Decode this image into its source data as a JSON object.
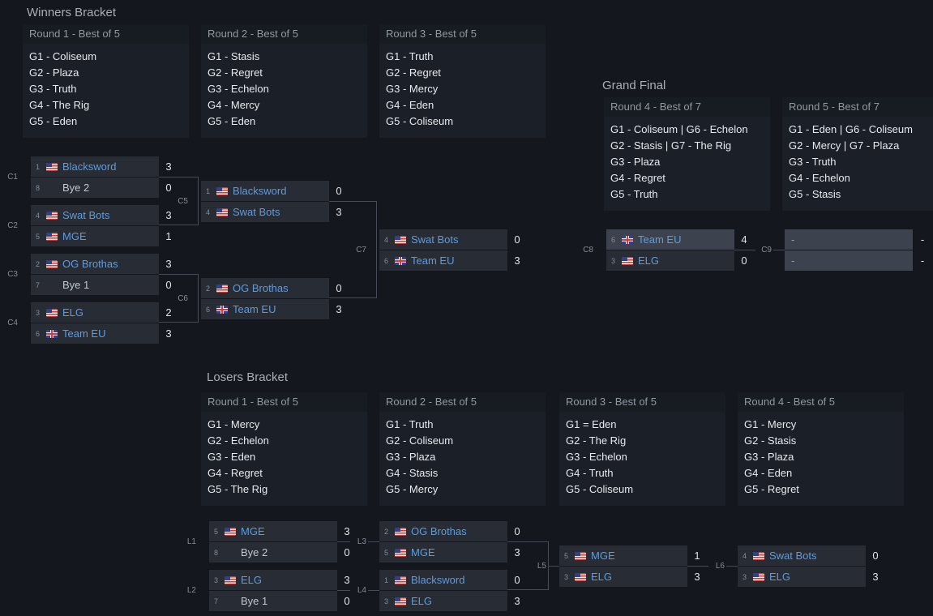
{
  "winners": {
    "title": "Winners Bracket",
    "rounds": [
      {
        "label": "Round 1 - Best of 5",
        "maps": [
          "G1 - Coliseum",
          "G2 - Plaza",
          "G3 - Truth",
          "G4 - The Rig",
          "G5 - Eden"
        ]
      },
      {
        "label": "Round 2 - Best of 5",
        "maps": [
          "G1 - Stasis",
          "G2 - Regret",
          "G3 - Echelon",
          "G4 - Mercy",
          "G5 - Eden"
        ]
      },
      {
        "label": "Round 3 - Best of 5",
        "maps": [
          "G1 - Truth",
          "G2 - Regret",
          "G3 - Mercy",
          "G4 - Eden",
          "G5 - Coliseum"
        ]
      }
    ]
  },
  "grand_final": {
    "title": "Grand Final",
    "rounds": [
      {
        "label": "Round 4 - Best of 7",
        "maps": [
          "G1 - Coliseum | G6 - Echelon",
          "G2 - Stasis | G7 - The Rig",
          "G3 - Plaza",
          "G4 - Regret",
          "G5 - Truth"
        ]
      },
      {
        "label": "Round 5 - Best of 7",
        "maps": [
          "G1 - Eden | G6 - Coliseum",
          "G2 - Mercy | G7 - Plaza",
          "G3 - Truth",
          "G4 - Echelon",
          "G5 - Stasis"
        ]
      }
    ]
  },
  "losers": {
    "title": "Losers Bracket",
    "rounds": [
      {
        "label": "Round 1 - Best of 5",
        "maps": [
          "G1 - Mercy",
          "G2 - Echelon",
          "G3 - Eden",
          "G4 - Regret",
          "G5 - The Rig"
        ]
      },
      {
        "label": "Round 2 - Best of 5",
        "maps": [
          "G1 - Truth",
          "G2 - Coliseum",
          "G3 - Plaza",
          "G4 - Stasis",
          "G5 - Mercy"
        ]
      },
      {
        "label": "Round 3 - Best of 5",
        "maps": [
          "G1 = Eden",
          "G2 - The Rig",
          "G3 - Echelon",
          "G4 - Truth",
          "G5 - Coliseum"
        ]
      },
      {
        "label": "Round 4 - Best of 5",
        "maps": [
          "G1 - Mercy",
          "G2 - Stasis",
          "G3 - Plaza",
          "G4 - Eden",
          "G5 - Regret"
        ]
      }
    ]
  },
  "matches": [
    {
      "id": "C1",
      "players": [
        {
          "seed": "1",
          "country": "us",
          "name": "Blacksword",
          "score": "3",
          "link": true
        },
        {
          "seed": "8",
          "country": "",
          "name": "Bye 2",
          "score": "0",
          "link": false
        }
      ]
    },
    {
      "id": "C2",
      "players": [
        {
          "seed": "4",
          "country": "us",
          "name": "Swat Bots",
          "score": "3",
          "link": true
        },
        {
          "seed": "5",
          "country": "us",
          "name": "MGE",
          "score": "1",
          "link": true
        }
      ]
    },
    {
      "id": "C3",
      "players": [
        {
          "seed": "2",
          "country": "us",
          "name": "OG Brothas",
          "score": "3",
          "link": true
        },
        {
          "seed": "7",
          "country": "",
          "name": "Bye 1",
          "score": "0",
          "link": false
        }
      ]
    },
    {
      "id": "C4",
      "players": [
        {
          "seed": "3",
          "country": "us",
          "name": "ELG",
          "score": "2",
          "link": true
        },
        {
          "seed": "6",
          "country": "gb",
          "name": "Team EU",
          "score": "3",
          "link": true
        }
      ]
    },
    {
      "id": "C5",
      "players": [
        {
          "seed": "1",
          "country": "us",
          "name": "Blacksword",
          "score": "0",
          "link": true
        },
        {
          "seed": "4",
          "country": "us",
          "name": "Swat Bots",
          "score": "3",
          "link": true
        }
      ]
    },
    {
      "id": "C6",
      "players": [
        {
          "seed": "2",
          "country": "us",
          "name": "OG Brothas",
          "score": "0",
          "link": true
        },
        {
          "seed": "6",
          "country": "gb",
          "name": "Team EU",
          "score": "3",
          "link": true
        }
      ]
    },
    {
      "id": "C7",
      "players": [
        {
          "seed": "4",
          "country": "us",
          "name": "Swat Bots",
          "score": "0",
          "link": true
        },
        {
          "seed": "6",
          "country": "gb",
          "name": "Team EU",
          "score": "3",
          "link": true
        }
      ]
    },
    {
      "id": "C8",
      "players": [
        {
          "seed": "6",
          "country": "gb",
          "name": "Team EU",
          "score": "4",
          "link": true,
          "hl": true
        },
        {
          "seed": "3",
          "country": "us",
          "name": "ELG",
          "score": "0",
          "link": true
        }
      ]
    },
    {
      "id": "C9",
      "players": [
        {
          "seed": "",
          "country": "",
          "name": "-",
          "score": "-",
          "link": false,
          "hl": true
        },
        {
          "seed": "",
          "country": "",
          "name": "-",
          "score": "-",
          "link": false,
          "hl": true
        }
      ]
    },
    {
      "id": "L1",
      "players": [
        {
          "seed": "5",
          "country": "us",
          "name": "MGE",
          "score": "3",
          "link": true
        },
        {
          "seed": "8",
          "country": "",
          "name": "Bye 2",
          "score": "0",
          "link": false
        }
      ]
    },
    {
      "id": "L2",
      "players": [
        {
          "seed": "3",
          "country": "us",
          "name": "ELG",
          "score": "3",
          "link": true
        },
        {
          "seed": "7",
          "country": "",
          "name": "Bye 1",
          "score": "0",
          "link": false
        }
      ]
    },
    {
      "id": "L3",
      "players": [
        {
          "seed": "2",
          "country": "us",
          "name": "OG Brothas",
          "score": "0",
          "link": true
        },
        {
          "seed": "5",
          "country": "us",
          "name": "MGE",
          "score": "3",
          "link": true
        }
      ]
    },
    {
      "id": "L4",
      "players": [
        {
          "seed": "1",
          "country": "us",
          "name": "Blacksword",
          "score": "0",
          "link": true
        },
        {
          "seed": "3",
          "country": "us",
          "name": "ELG",
          "score": "3",
          "link": true
        }
      ]
    },
    {
      "id": "L5",
      "players": [
        {
          "seed": "5",
          "country": "us",
          "name": "MGE",
          "score": "1",
          "link": true
        },
        {
          "seed": "3",
          "country": "us",
          "name": "ELG",
          "score": "3",
          "link": true
        }
      ]
    },
    {
      "id": "L6",
      "players": [
        {
          "seed": "4",
          "country": "us",
          "name": "Swat Bots",
          "score": "0",
          "link": true
        },
        {
          "seed": "3",
          "country": "us",
          "name": "ELG",
          "score": "3",
          "link": true
        }
      ]
    }
  ],
  "colors": {
    "page_bg": "#14171d",
    "panel_bg": "#1b1f27",
    "row_bg": "#272c35",
    "row_highlight": "#3d434e",
    "team_link": "#5b9ce2"
  }
}
